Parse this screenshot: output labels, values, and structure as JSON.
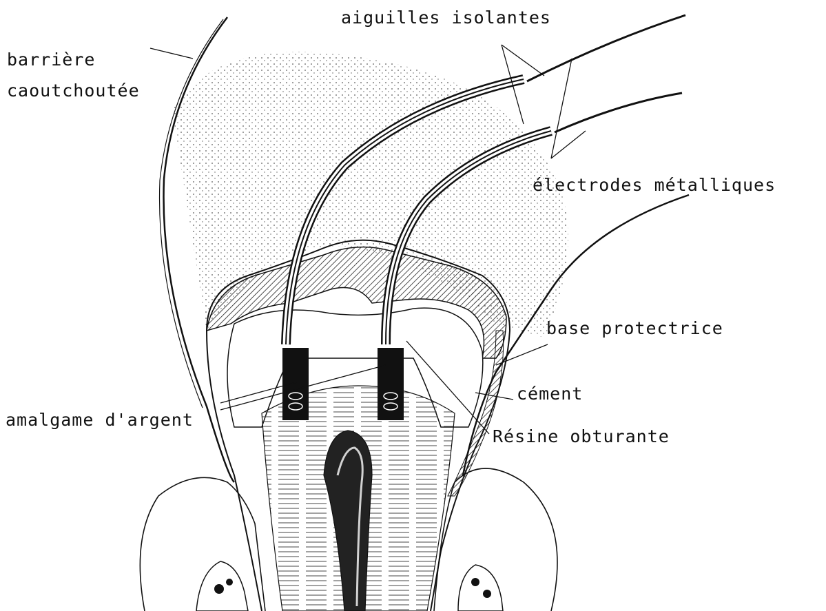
{
  "labels": {
    "barriere_line1": "barrière",
    "barriere_line2": "caoutchoutée",
    "aiguilles": "aiguilles isolantes",
    "electrodes": "électrodes métalliques",
    "base": "base protectrice",
    "cement": "cément",
    "resine": "Résine obturante",
    "amalgame": "amalgame d'argent"
  }
}
